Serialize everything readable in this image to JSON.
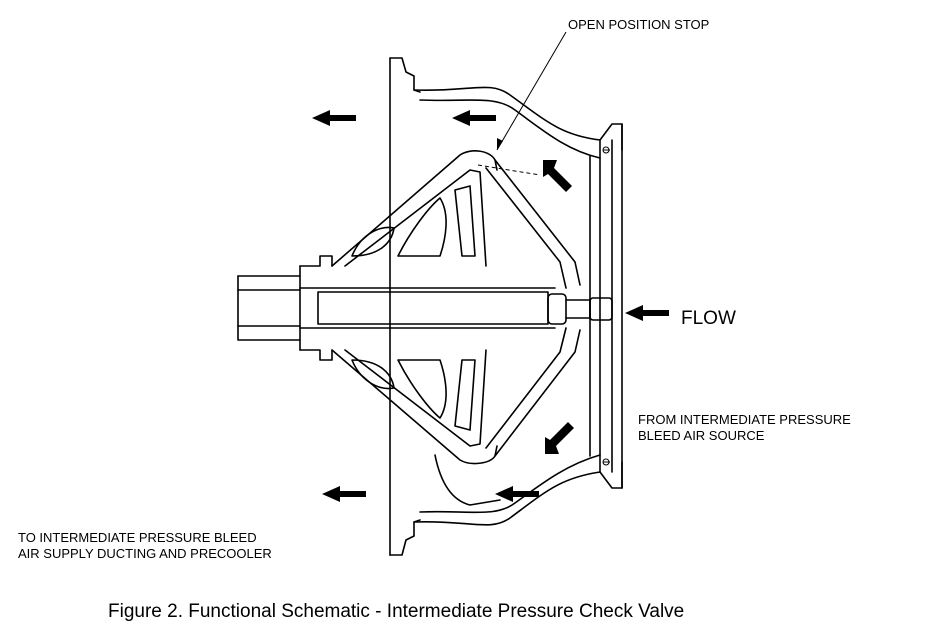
{
  "labels": {
    "open_position_stop": "OPEN POSITION STOP",
    "flow": "FLOW",
    "source_line1": "FROM INTERMEDIATE PRESSURE",
    "source_line2": "BLEED AIR SOURCE",
    "supply_line1": "TO INTERMEDIATE PRESSURE BLEED",
    "supply_line2": "AIR SUPPLY DUCTING AND PRECOOLER"
  },
  "caption": "Figure 2.  Functional Schematic - Intermediate Pressure Check Valve",
  "icons": {
    "flow_arrow": "arrow-left-icon",
    "stop_leader": "leader-line"
  }
}
